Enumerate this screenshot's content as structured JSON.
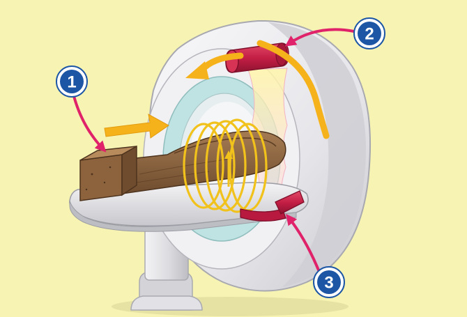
{
  "callouts": [
    {
      "number": "1",
      "points_to": "mummy-on-bed"
    },
    {
      "number": "2",
      "points_to": "x-ray-tube"
    },
    {
      "number": "3",
      "points_to": "detector"
    }
  ],
  "colors": {
    "background": "#f7f4b3",
    "gantry": "#e9e9ec",
    "gantry_shadow": "#c9c9cf",
    "bore_ring": "#bfe3e2",
    "xray_tube": "#c41e45",
    "mummy": "#8a6440",
    "box": "#9b7046",
    "motion_arrow": "#f5b21a",
    "spiral": "#f1c21b",
    "callout_arrow": "#e0226a",
    "badge_fill": "#1d56a5",
    "badge_ring": "#ffffff"
  },
  "icons": {
    "badge": "numbered-circle-badge",
    "motion": "block-arrow",
    "rotation": "curved-arrow"
  }
}
